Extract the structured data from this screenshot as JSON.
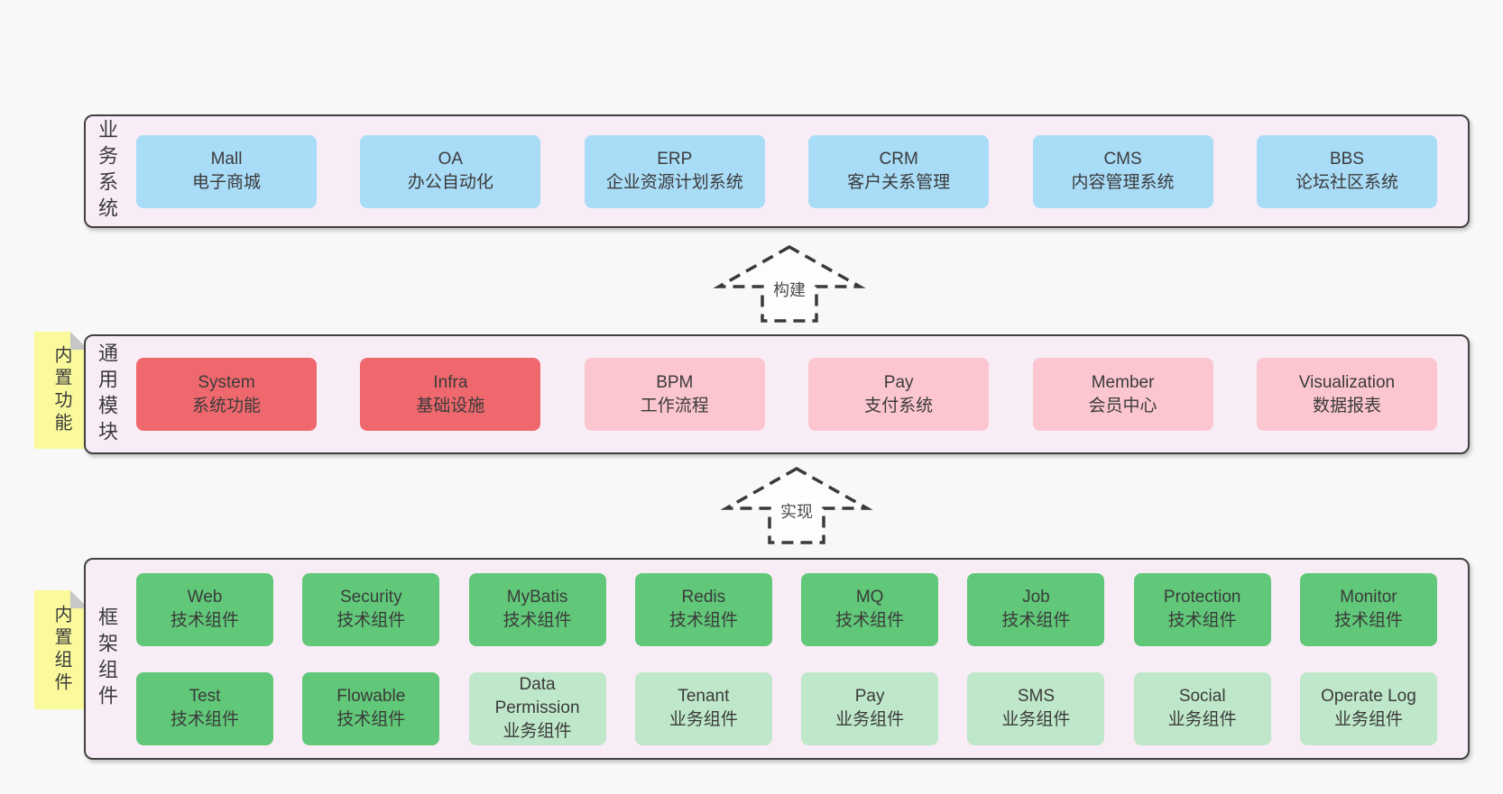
{
  "colors": {
    "page-bg": "#f8f8f8",
    "container-bg": "#f8edf6",
    "container-border": "#414141",
    "box-blue": "#a9dcf7",
    "box-red": "#ef686d",
    "box-pink": "#fbc6cf",
    "box-green": "#60c878",
    "box-green-light": "#bfe7c9",
    "sticky-yellow": "#fafa9d",
    "sticky-fold": "#c7c7c7",
    "arrow-stroke": "#3a3a3a",
    "text": "#3b3b3b"
  },
  "sections": {
    "business": {
      "label": "业务系统",
      "boxes": [
        {
          "title": "Mall",
          "subtitle": "电子商城",
          "variant": "blue"
        },
        {
          "title": "OA",
          "subtitle": "办公自动化",
          "variant": "blue"
        },
        {
          "title": "ERP",
          "subtitle": "企业资源计划系统",
          "variant": "blue"
        },
        {
          "title": "CRM",
          "subtitle": "客户关系管理",
          "variant": "blue"
        },
        {
          "title": "CMS",
          "subtitle": "内容管理系统",
          "variant": "blue"
        },
        {
          "title": "BBS",
          "subtitle": "论坛社区系统",
          "variant": "blue"
        }
      ]
    },
    "modules": {
      "label": "通用模块",
      "sticky_note": "内置功能",
      "boxes": [
        {
          "title": "System",
          "subtitle": "系统功能",
          "variant": "red"
        },
        {
          "title": "Infra",
          "subtitle": "基础设施",
          "variant": "red"
        },
        {
          "title": "BPM",
          "subtitle": "工作流程",
          "variant": "pink"
        },
        {
          "title": "Pay",
          "subtitle": "支付系统",
          "variant": "pink"
        },
        {
          "title": "Member",
          "subtitle": "会员中心",
          "variant": "pink"
        },
        {
          "title": "Visualization",
          "subtitle": "数据报表",
          "variant": "pink"
        }
      ]
    },
    "framework": {
      "label": "框架组件",
      "sticky_note": "内置组件",
      "rows": [
        [
          {
            "title": "Web",
            "subtitle": "技术组件",
            "variant": "green"
          },
          {
            "title": "Security",
            "subtitle": "技术组件",
            "variant": "green"
          },
          {
            "title": "MyBatis",
            "subtitle": "技术组件",
            "variant": "green"
          },
          {
            "title": "Redis",
            "subtitle": "技术组件",
            "variant": "green"
          },
          {
            "title": "MQ",
            "subtitle": "技术组件",
            "variant": "green"
          },
          {
            "title": "Job",
            "subtitle": "技术组件",
            "variant": "green"
          },
          {
            "title": "Protection",
            "subtitle": "技术组件",
            "variant": "green"
          },
          {
            "title": "Monitor",
            "subtitle": "技术组件",
            "variant": "green"
          }
        ],
        [
          {
            "title": "Test",
            "subtitle": "技术组件",
            "variant": "green"
          },
          {
            "title": "Flowable",
            "subtitle": "技术组件",
            "variant": "green"
          },
          {
            "title": "Data Permission",
            "subtitle": "业务组件",
            "variant": "lightgreen"
          },
          {
            "title": "Tenant",
            "subtitle": "业务组件",
            "variant": "lightgreen"
          },
          {
            "title": "Pay",
            "subtitle": "业务组件",
            "variant": "lightgreen"
          },
          {
            "title": "SMS",
            "subtitle": "业务组件",
            "variant": "lightgreen"
          },
          {
            "title": "Social",
            "subtitle": "业务组件",
            "variant": "lightgreen"
          },
          {
            "title": "Operate Log",
            "subtitle": "业务组件",
            "variant": "lightgreen"
          }
        ]
      ]
    }
  },
  "arrows": {
    "build": {
      "label": "构建"
    },
    "implement": {
      "label": "实现"
    }
  }
}
